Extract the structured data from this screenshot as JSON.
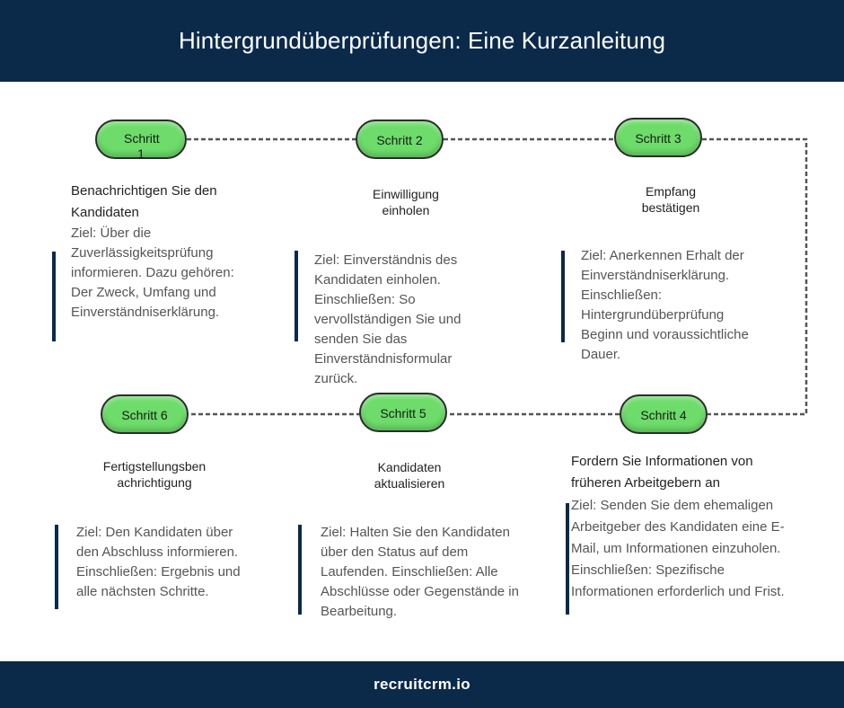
{
  "title": "Hintergrundüberprüfungen: Eine Kurzanleitung",
  "footer": "recruitcrm.io",
  "colors": {
    "header_bg": "#0b2a4a",
    "pill_green": "#6ddc6a",
    "bar": "#0b2a4a"
  },
  "steps": [
    {
      "label": "Schritt 1",
      "heading": "Benachrichtigen Sie den Kandidaten",
      "description": "Ziel: Über die Zuverlässigkeitsprüfung informieren. Dazu gehören: Der Zweck, Umfang und Einverständniserklärung."
    },
    {
      "label": "Schritt 2",
      "heading": "Einwilligung einholen",
      "description": "Ziel: Einverständnis des Kandidaten einholen. Einschließen: So vervollständigen Sie und senden Sie das Einverständnisformular zurück."
    },
    {
      "label": "Schritt 3",
      "heading": "Empfang bestätigen",
      "description": "Ziel: Anerkennen Erhalt der Einverständniserklärung. Einschließen: Hintergrundüberprüfung Beginn und voraussichtliche Dauer."
    },
    {
      "label": "Schritt 4",
      "heading": "Fordern Sie Informationen von früheren Arbeitgebern an",
      "description": "Ziel: Senden Sie dem ehemaligen Arbeitgeber des Kandidaten eine E-Mail, um Informationen einzuholen. Einschließen: Spezifische Informationen erforderlich und Frist."
    },
    {
      "label": "Schritt 5",
      "heading": "Kandidaten aktualisieren",
      "description": "Ziel: Halten Sie den Kandidaten über den Status auf dem Laufenden. Einschließen: Alle Abschlüsse oder Gegenstände in Bearbeitung."
    },
    {
      "label": "Schritt 6",
      "heading": "Fertigstellungsbenachrichtigung",
      "description": "Ziel: Den Kandidaten über den Abschluss informieren. Einschließen: Ergebnis und alle nächsten Schritte."
    }
  ]
}
